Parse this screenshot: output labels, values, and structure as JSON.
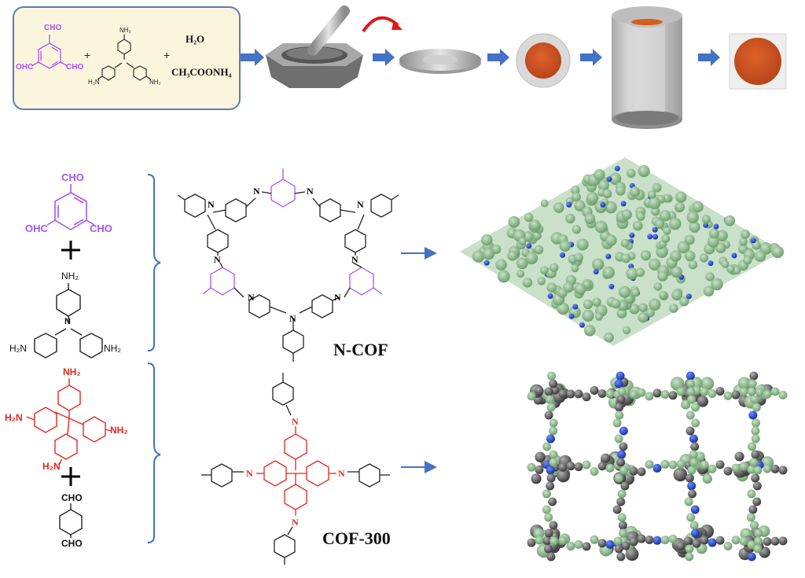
{
  "reagents": {
    "cho_top": "CHO",
    "cho_left": "OHC",
    "cho_right": "CHO",
    "nh2": "NH₂",
    "h2nh": "H₂N",
    "plus": "+",
    "water": "H₂O",
    "ammonium_acetate": "CH₃COONH₄"
  },
  "purple_aldehyde": {
    "top": "CHO",
    "left": "OHC",
    "right": "CHO"
  },
  "tapa_amine": {
    "top": "NH₂",
    "left": "H₂N",
    "right": "NH₂"
  },
  "red_amine": {
    "top": "NH₂",
    "left": "H₂N",
    "right": "NH₂",
    "bottom": "H₂N"
  },
  "terephthalaldehyde": {
    "top": "CHO",
    "bottom": "CHO"
  },
  "atom_labels": {
    "n": "N"
  },
  "labels": {
    "ncof": "N-COF",
    "cof300": "COF-300"
  },
  "colors": {
    "purple": "#a855f7",
    "red": "#e3261e",
    "arrow_blue": "#4472c4",
    "orange": "#d2601c",
    "green_hull": "#9cc79c"
  }
}
